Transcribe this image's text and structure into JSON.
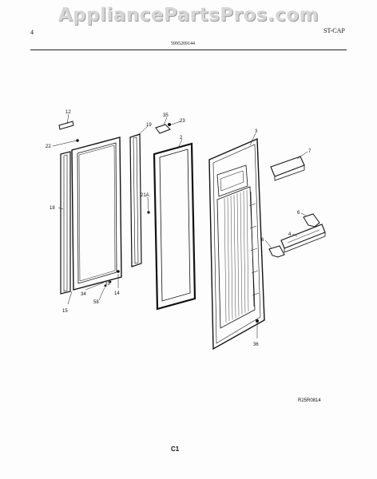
{
  "watermark": "AppliancePartsPros.com",
  "header": {
    "left": "4",
    "center": "5995209144",
    "right": "ST-CAP"
  },
  "callouts": [
    "12",
    "22",
    "18",
    "15",
    "34",
    "58",
    "33",
    "14",
    "19",
    "21A",
    "35",
    "23",
    "2",
    "3",
    "7",
    "6",
    "4",
    "6",
    "36"
  ],
  "footer": {
    "drawing_code": "R25R0814",
    "page_id": "C1"
  }
}
